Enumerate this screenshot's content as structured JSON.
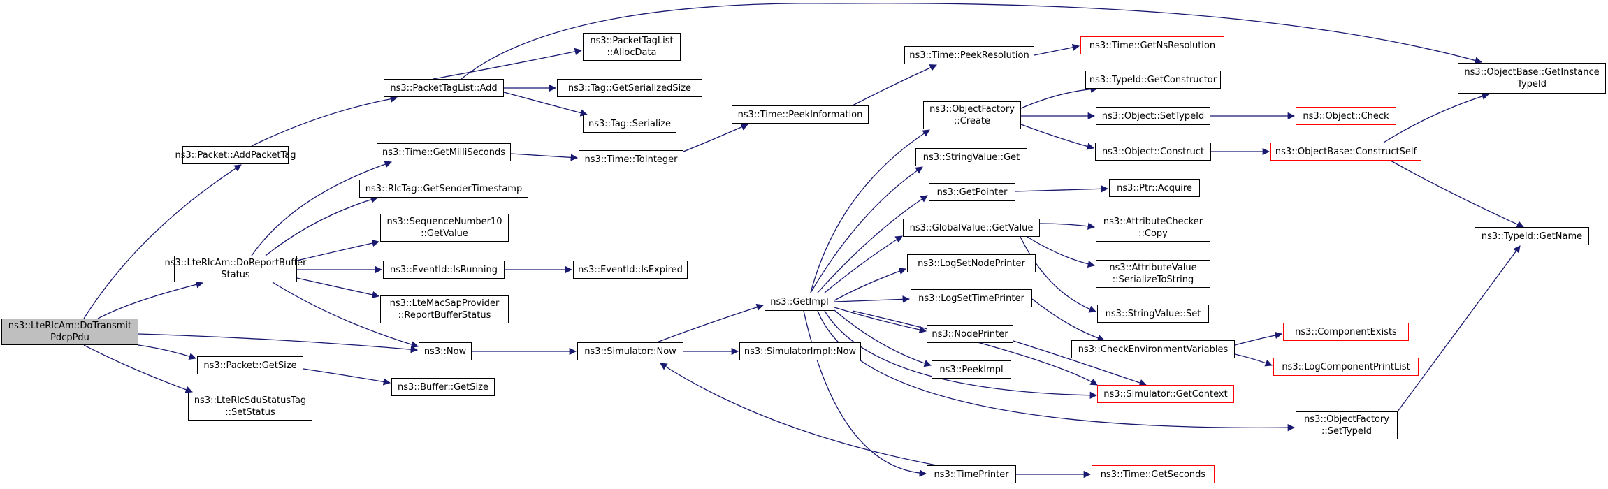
{
  "colors": {
    "edge": "#191970",
    "root_fill": "#bfbfbf",
    "truncated_border": "#ff0000"
  },
  "nodes": {
    "doTransmitPdcpPdu": "ns3::LteRlcAm::DoTransmit\nPdcpPdu",
    "addPacketTag": "ns3::Packet::AddPacketTag",
    "doReportBufferStatus": "ns3::LteRlcAm::DoReportBuffer\nStatus",
    "now": "ns3::Now",
    "packetGetSize": "ns3::Packet::GetSize",
    "setStatus": "ns3::LteRlcSduStatusTag\n::SetStatus",
    "packetTagListAdd": "ns3::PacketTagList::Add",
    "allocData": "ns3::PacketTagList\n::AllocData",
    "tagGetSerializedSize": "ns3::Tag::GetSerializedSize",
    "tagSerialize": "ns3::Tag::Serialize",
    "getMilliSeconds": "ns3::Time::GetMilliSeconds",
    "getSenderTimestamp": "ns3::RlcTag::GetSenderTimestamp",
    "seqNumGetValue": "ns3::SequenceNumber10\n::GetValue",
    "isRunning": "ns3::EventId::IsRunning",
    "reportBufferStatus": "ns3::LteMacSapProvider\n::ReportBufferStatus",
    "bufferGetSize": "ns3::Buffer::GetSize",
    "toInteger": "ns3::Time::ToInteger",
    "isExpired": "ns3::EventId::IsExpired",
    "simulatorNow": "ns3::Simulator::Now",
    "peekInformation": "ns3::Time::PeekInformation",
    "simulatorImplNow": "ns3::SimulatorImpl::Now",
    "getImpl": "ns3::GetImpl",
    "peekResolution": "ns3::Time::PeekResolution",
    "getNsResolution": "ns3::Time::GetNsResolution",
    "objectFactoryCreate": "ns3::ObjectFactory\n::Create",
    "stringValueGet": "ns3::StringValue::Get",
    "getPointer": "ns3::GetPointer",
    "globalValueGetValue": "ns3::GlobalValue::GetValue",
    "logSetNodePrinter": "ns3::LogSetNodePrinter",
    "logSetTimePrinter": "ns3::LogSetTimePrinter",
    "nodePrinter": "ns3::NodePrinter",
    "peekImpl": "ns3::PeekImpl",
    "getContext": "ns3::Simulator::GetContext",
    "objectFactorySetTypeId": "ns3::ObjectFactory\n::SetTypeId",
    "timePrinter": "ns3::TimePrinter",
    "getSeconds": "ns3::Time::GetSeconds",
    "typeIdGetConstructor": "ns3::TypeId::GetConstructor",
    "objectSetTypeId": "ns3::Object::SetTypeId",
    "objectConstruct": "ns3::Object::Construct",
    "ptrAcquire": "ns3::Ptr::Acquire",
    "attributeCheckerCopy": "ns3::AttributeChecker\n::Copy",
    "attributeValueSerialize": "ns3::AttributeValue\n::SerializeToString",
    "stringValueSet": "ns3::StringValue::Set",
    "checkEnvVars": "ns3::CheckEnvironmentVariables",
    "objectCheck": "ns3::Object::Check",
    "constructSelf": "ns3::ObjectBase::ConstructSelf",
    "componentExists": "ns3::ComponentExists",
    "logComponentPrintList": "ns3::LogComponentPrintList",
    "getInstanceTypeId": "ns3::ObjectBase::GetInstance\nTypeId",
    "typeIdGetName": "ns3::TypeId::GetName"
  }
}
